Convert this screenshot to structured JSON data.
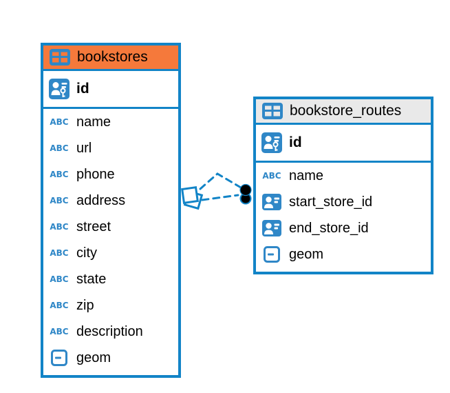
{
  "diagram": {
    "background": "#ffffff"
  },
  "colors": {
    "accent": "#1284c7",
    "icon": "#2f87c7",
    "orange": "#f5793b",
    "gray": "#e9e9e9",
    "text": "#000000"
  },
  "icons": {
    "abc_label": "ABC"
  },
  "tables": [
    {
      "name": "bookstores",
      "header_color": "#f5793b",
      "primary_key": {
        "name": "id",
        "icon": "person-key-icon"
      },
      "columns": [
        {
          "name": "name",
          "icon": "text-abc-icon"
        },
        {
          "name": "url",
          "icon": "text-abc-icon"
        },
        {
          "name": "phone",
          "icon": "text-abc-icon"
        },
        {
          "name": "address",
          "icon": "text-abc-icon"
        },
        {
          "name": "street",
          "icon": "text-abc-icon"
        },
        {
          "name": "city",
          "icon": "text-abc-icon"
        },
        {
          "name": "state",
          "icon": "text-abc-icon"
        },
        {
          "name": "zip",
          "icon": "text-abc-icon"
        },
        {
          "name": "description",
          "icon": "text-abc-icon"
        },
        {
          "name": "geom",
          "icon": "geometry-icon"
        }
      ]
    },
    {
      "name": "bookstore_routes",
      "header_color": "#e9e9e9",
      "primary_key": {
        "name": "id",
        "icon": "person-key-icon"
      },
      "columns": [
        {
          "name": "name",
          "icon": "text-abc-icon"
        },
        {
          "name": "start_store_id",
          "icon": "reference-person-icon"
        },
        {
          "name": "end_store_id",
          "icon": "reference-person-icon"
        },
        {
          "name": "geom",
          "icon": "geometry-icon"
        }
      ]
    }
  ],
  "relationships": [
    {
      "from": "bookstores",
      "to": "bookstore_routes",
      "style": "dashed",
      "source_marker": "overlapping-squares",
      "target_marker": "filled-circle"
    },
    {
      "from": "bookstores",
      "to": "bookstore_routes",
      "style": "dashed",
      "source_marker": "overlapping-squares",
      "target_marker": "filled-circle"
    }
  ]
}
